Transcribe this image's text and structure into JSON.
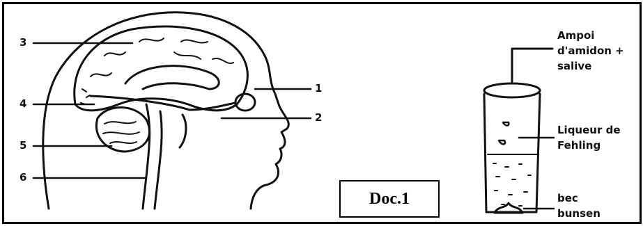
{
  "diagram": {
    "head_labels": [
      "1",
      "2",
      "3",
      "4",
      "5",
      "6"
    ],
    "tube_labels": {
      "ampoule": [
        "Ampoi",
        "d'amidon +",
        "salive"
      ],
      "fehling": [
        "Liqueur de",
        "Fehling"
      ],
      "bunsen": [
        "bec",
        "bunsen"
      ]
    },
    "doc_label": "Doc.1"
  },
  "colors": {
    "ink": "#111111",
    "frame": "#000000",
    "background": "#ffffff"
  }
}
